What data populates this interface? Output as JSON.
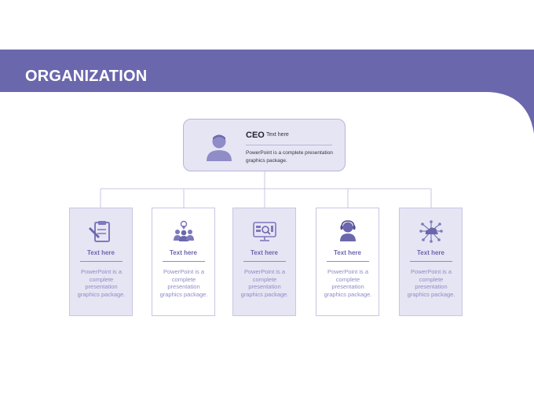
{
  "header": {
    "title": "ORGANIZATION"
  },
  "colors": {
    "accent": "#6b67ad",
    "card_fill": "#e6e5f3",
    "card_border": "#c8c6e4"
  },
  "ceo": {
    "title": "CEO",
    "subtitle": "Text here",
    "description": "PowerPoint is a complete presentation graphics package.",
    "icon": "person-icon"
  },
  "cards": [
    {
      "label": "Text here",
      "description": "PowerPoint is a complete presentation graphics package.",
      "icon": "clipboard-pen-icon"
    },
    {
      "label": "Text here",
      "description": "PowerPoint is a complete presentation graphics package.",
      "icon": "team-location-icon"
    },
    {
      "label": "Text here",
      "description": "PowerPoint is a complete presentation graphics package.",
      "icon": "monitor-analytics-icon"
    },
    {
      "label": "Text here",
      "description": "PowerPoint is a complete presentation graphics package.",
      "icon": "support-agent-icon"
    },
    {
      "label": "Text here",
      "description": "PowerPoint is a complete presentation graphics package.",
      "icon": "cloud-network-icon"
    }
  ]
}
